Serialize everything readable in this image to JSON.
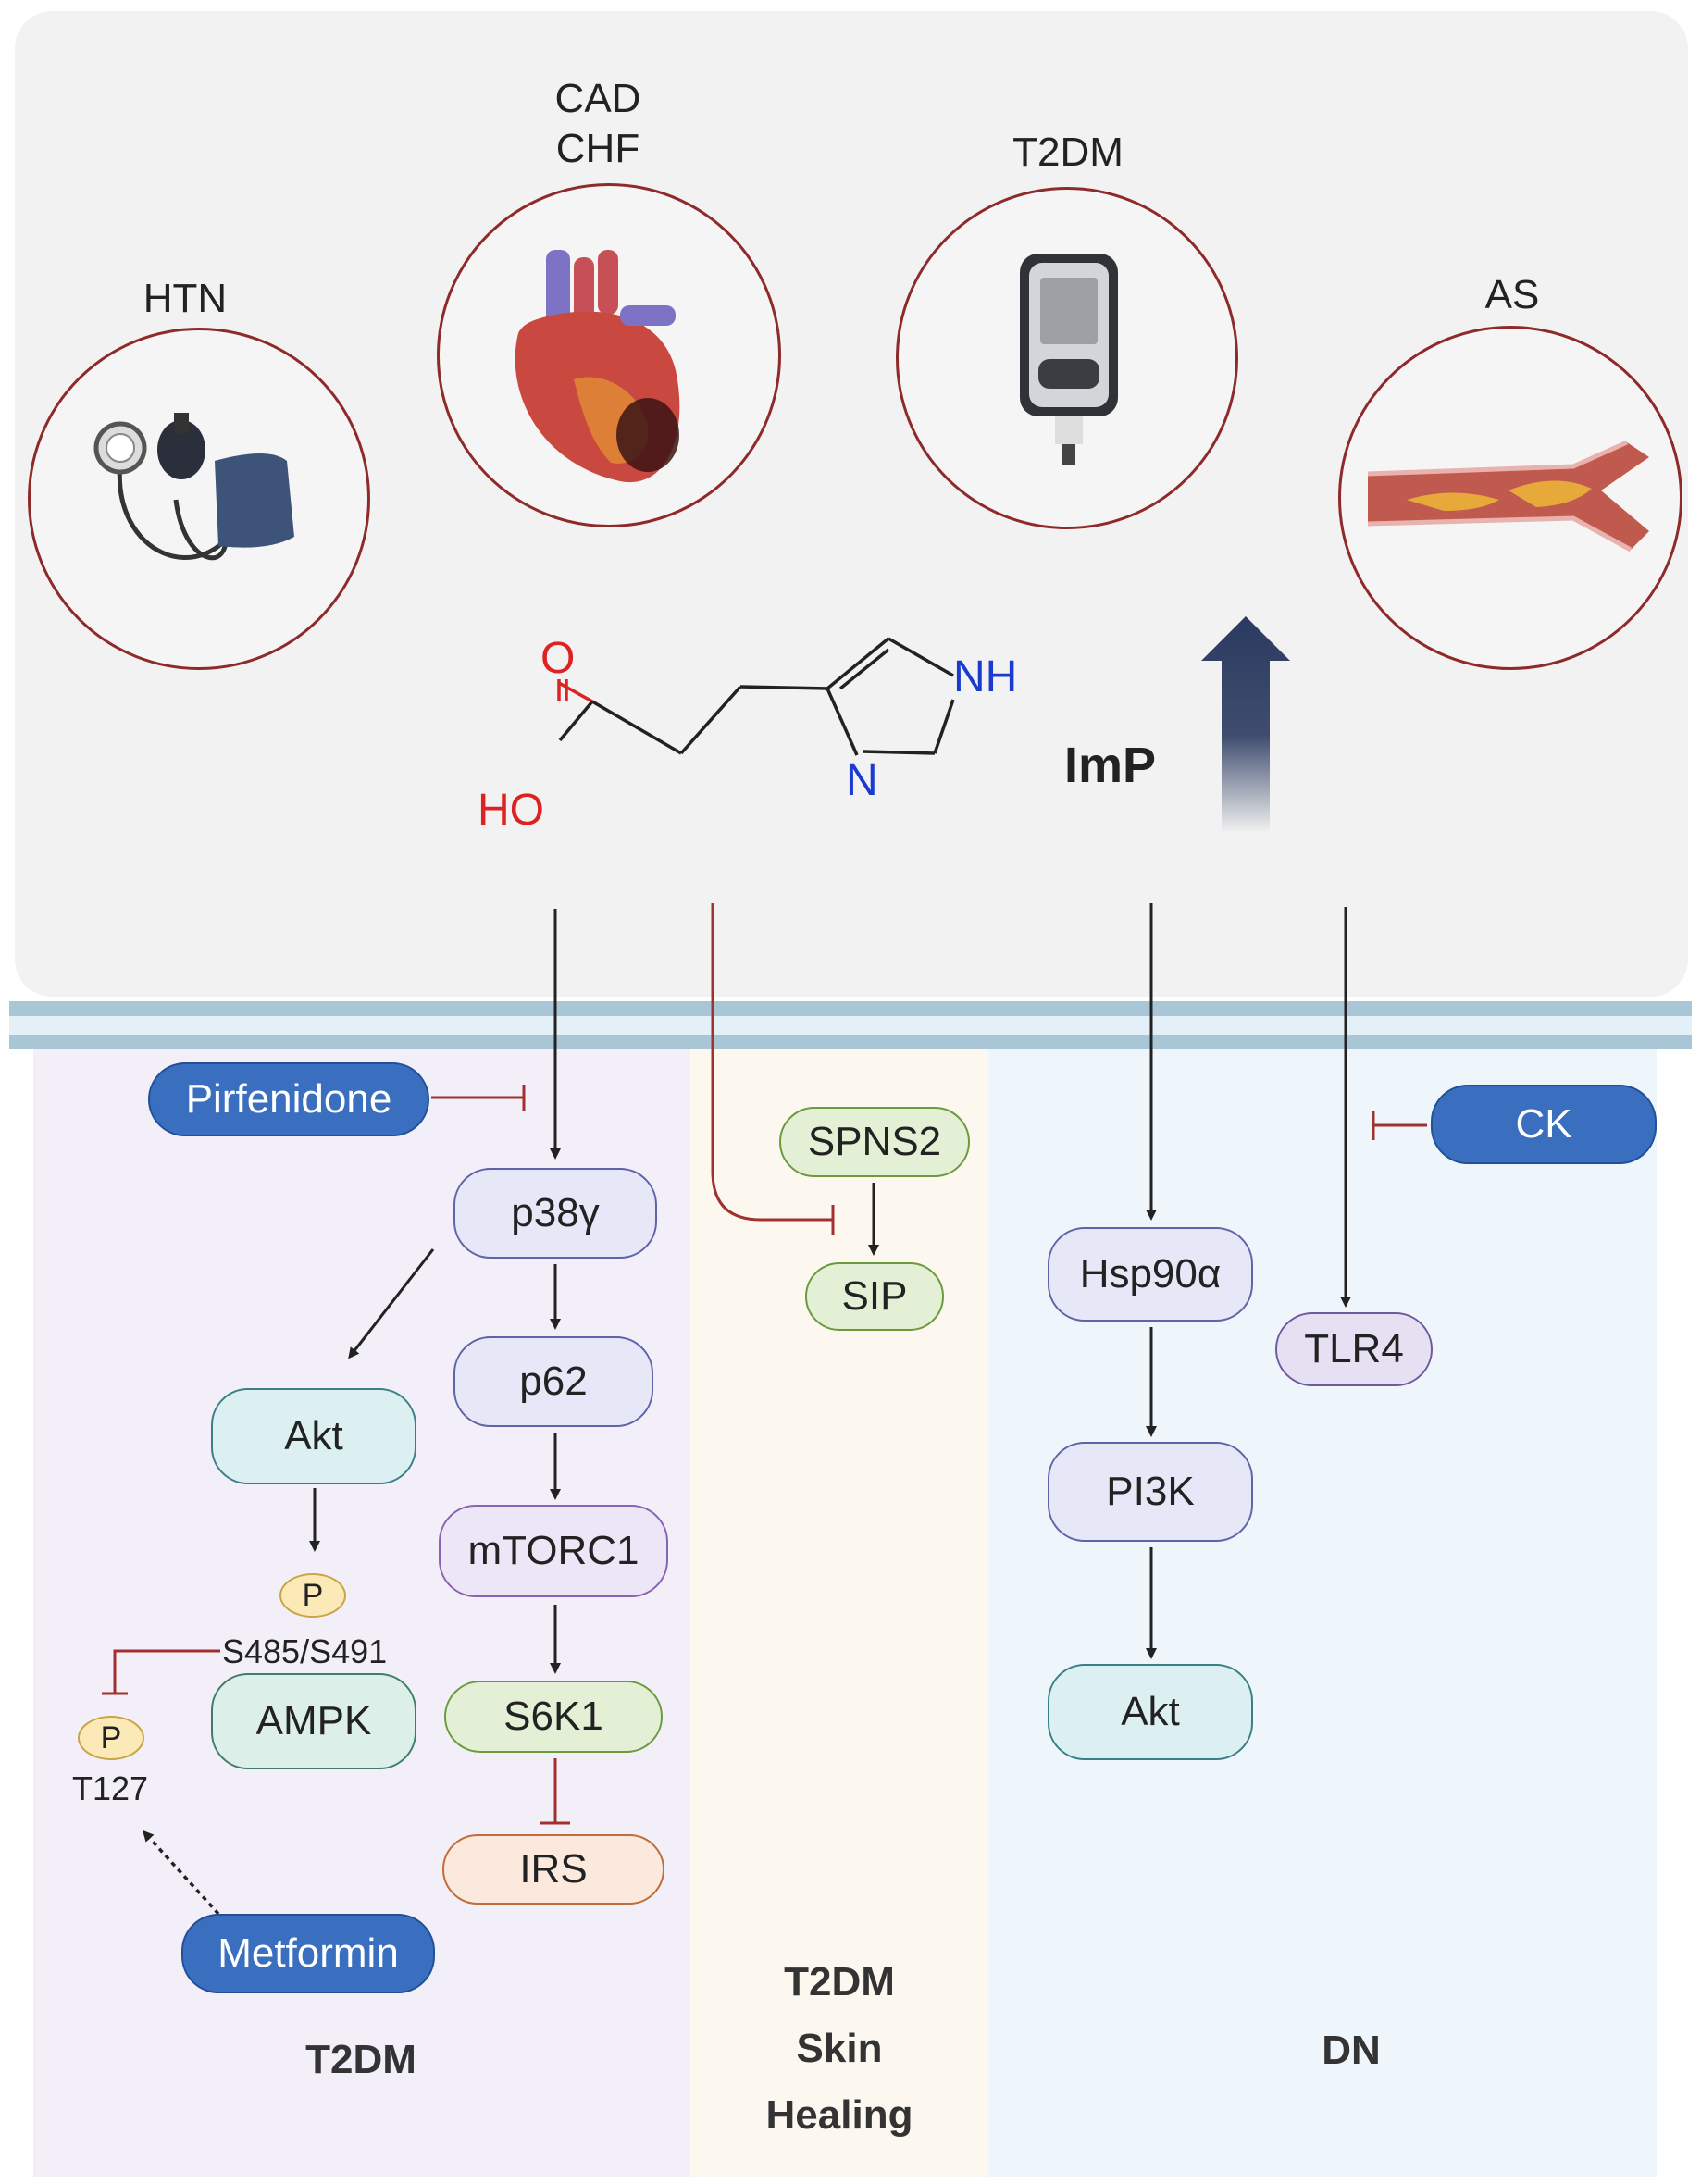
{
  "diseases": {
    "htn": "HTN",
    "cad": "CAD",
    "chf": "CHF",
    "t2dm": "T2DM",
    "as": "AS"
  },
  "molecule": {
    "name": "ImP",
    "atom_o": "O",
    "atom_ho": "HO",
    "atom_nh": "NH",
    "atom_n": "N"
  },
  "left_pathway": {
    "drug_inhibitor": "Pirfenidone",
    "p38": "p38γ",
    "p62": "p62",
    "mtorc1": "mTORC1",
    "s6k1": "S6K1",
    "irs": "IRS",
    "akt": "Akt",
    "phospho_top": "P",
    "site_top": "S485/S491",
    "ampk": "AMPK",
    "phospho_bottom": "P",
    "site_bottom": "T127",
    "drug_activator": "Metformin",
    "lane_label": "T2DM"
  },
  "middle_pathway": {
    "spns2": "SPNS2",
    "sip": "SIP",
    "lane_label": [
      "T2DM",
      "Skin",
      "Healing"
    ]
  },
  "right_pathway": {
    "hsp90": "Hsp90α",
    "pi3k": "PI3K",
    "akt": "Akt",
    "tlr4": "TLR4",
    "drug_inhibitor": "CK",
    "lane_label": "DN"
  },
  "colors": {
    "activation_arrow": "#222222",
    "inhibition": "#a23030",
    "up_arrow": "#2b3a60",
    "drug_fill": "#3a6fc0"
  }
}
